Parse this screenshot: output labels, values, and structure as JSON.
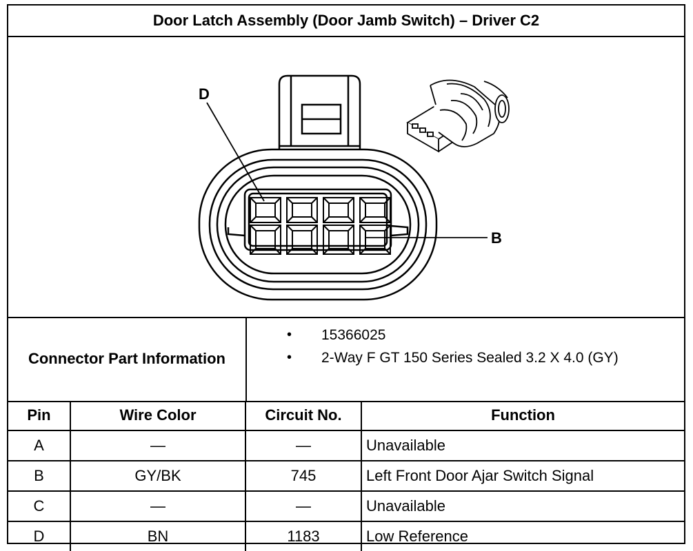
{
  "title": "Door Latch Assembly (Door Jamb Switch) – Driver C2",
  "diagram": {
    "callouts": [
      {
        "id": "D",
        "label": "D"
      },
      {
        "id": "B",
        "label": "B"
      }
    ],
    "connector_face_pins": {
      "rows": 2,
      "columns": 4
    }
  },
  "part_info": {
    "label": "Connector Part Information",
    "items": [
      "15366025",
      "2-Way F GT 150 Series Sealed 3.2 X 4.0 (GY)"
    ],
    "bullet": "•"
  },
  "pin_table": {
    "headers": [
      "Pin",
      "Wire Color",
      "Circuit No.",
      "Function"
    ],
    "rows": [
      {
        "pin": "A",
        "wire_color": "—",
        "circuit": "—",
        "function": "Unavailable"
      },
      {
        "pin": "B",
        "wire_color": "GY/BK",
        "circuit": "745",
        "function": "Left Front Door Ajar Switch Signal"
      },
      {
        "pin": "C",
        "wire_color": "—",
        "circuit": "—",
        "function": "Unavailable"
      },
      {
        "pin": "D",
        "wire_color": "BN",
        "circuit": "1183",
        "function": "Low Reference"
      }
    ]
  }
}
